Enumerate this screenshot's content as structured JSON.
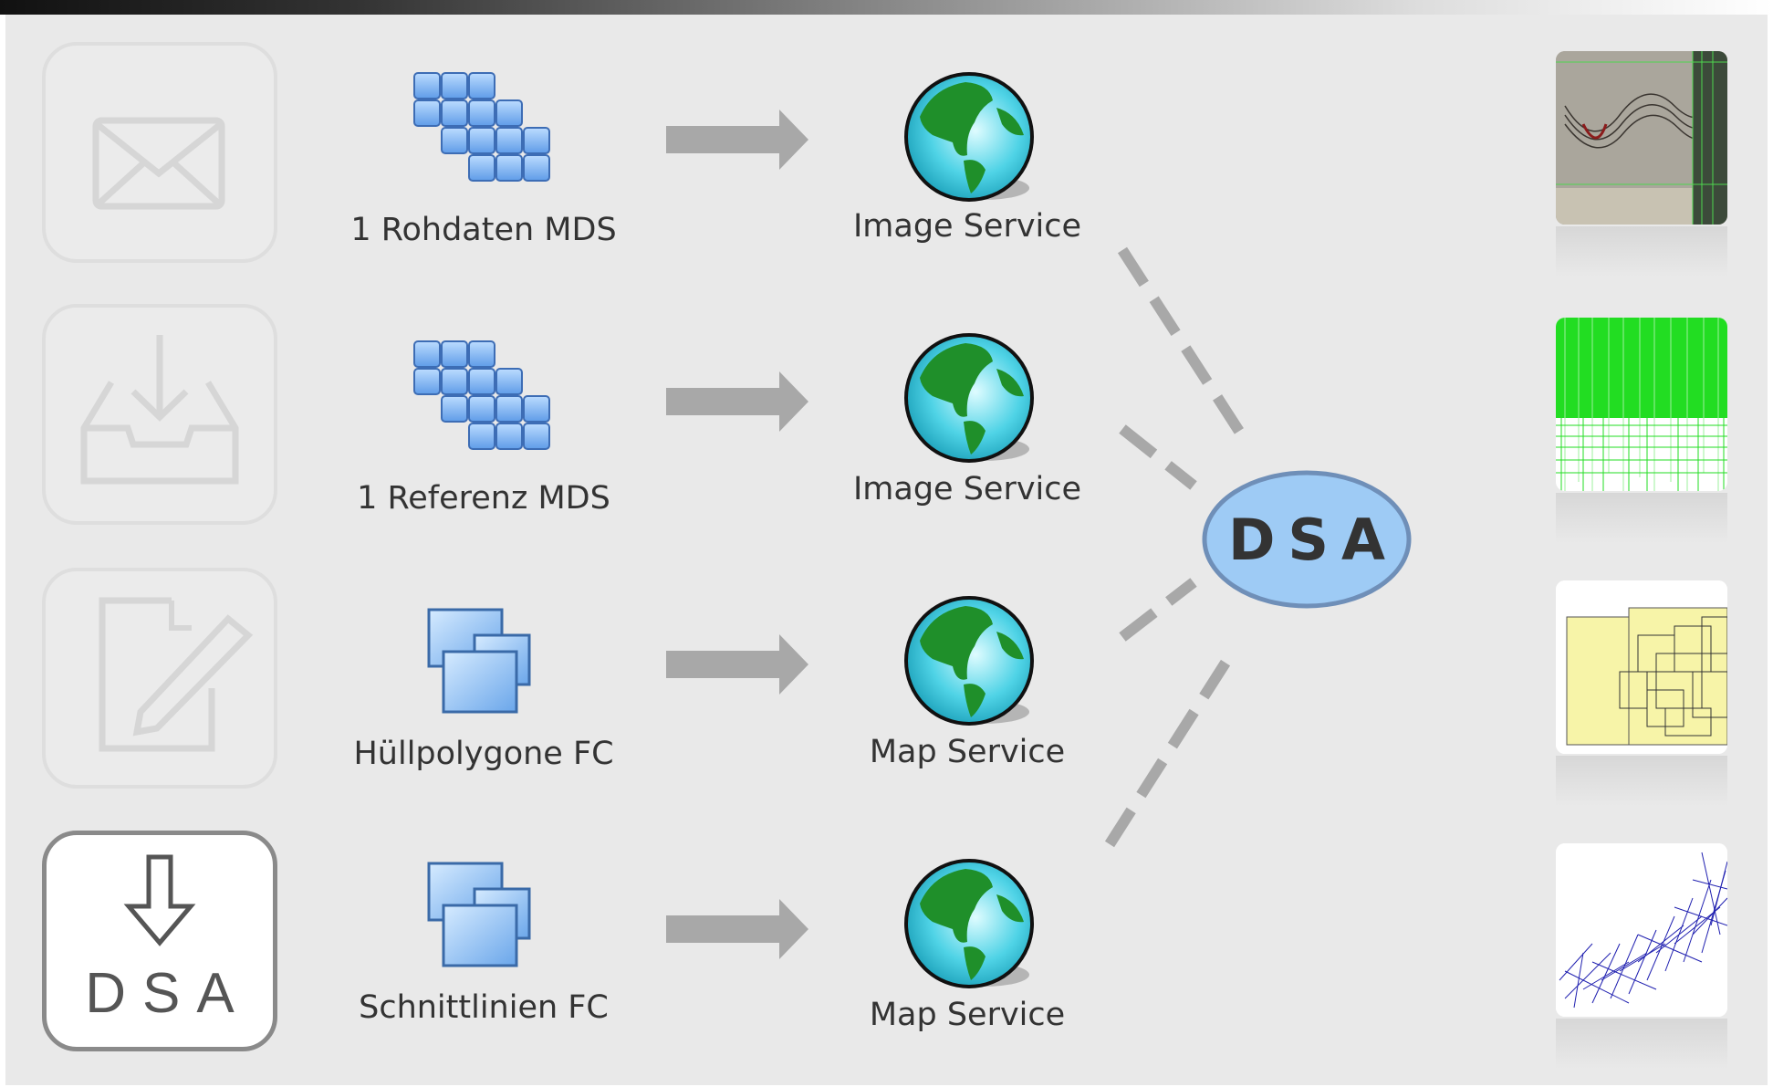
{
  "sources": [
    {
      "label": "1 Rohdaten MDS",
      "icon": "raster-grid-icon"
    },
    {
      "label": "1 Referenz MDS",
      "icon": "raster-grid-icon"
    },
    {
      "label": "Hüllpolygone FC",
      "icon": "feature-class-icon"
    },
    {
      "label": "Schnittlinien FC",
      "icon": "feature-class-icon"
    }
  ],
  "services": [
    {
      "label": "Image Service",
      "icon": "globe-icon"
    },
    {
      "label": "Image Service",
      "icon": "globe-icon"
    },
    {
      "label": "Map Service",
      "icon": "globe-icon"
    },
    {
      "label": "Map Service",
      "icon": "globe-icon"
    }
  ],
  "hub": {
    "label": "DSA",
    "color": "#9ecbf5"
  },
  "side_cards": [
    {
      "icon": "envelope-icon",
      "active": false
    },
    {
      "icon": "inbox-download-icon",
      "active": false
    },
    {
      "icon": "edit-document-icon",
      "active": false
    },
    {
      "icon": "dsa-download-icon",
      "active": true,
      "label": "DSA"
    }
  ],
  "thumbnails": [
    {
      "icon": "scanned-profile-thumbnail"
    },
    {
      "icon": "green-grid-thumbnail"
    },
    {
      "icon": "yellow-polygons-thumbnail"
    },
    {
      "icon": "blue-lines-thumbnail"
    }
  ],
  "colors": {
    "background": "#e9e9e9",
    "arrow": "#a8a8a8",
    "hub_fill": "#9ecbf5",
    "hub_stroke": "#6f8fb8"
  }
}
